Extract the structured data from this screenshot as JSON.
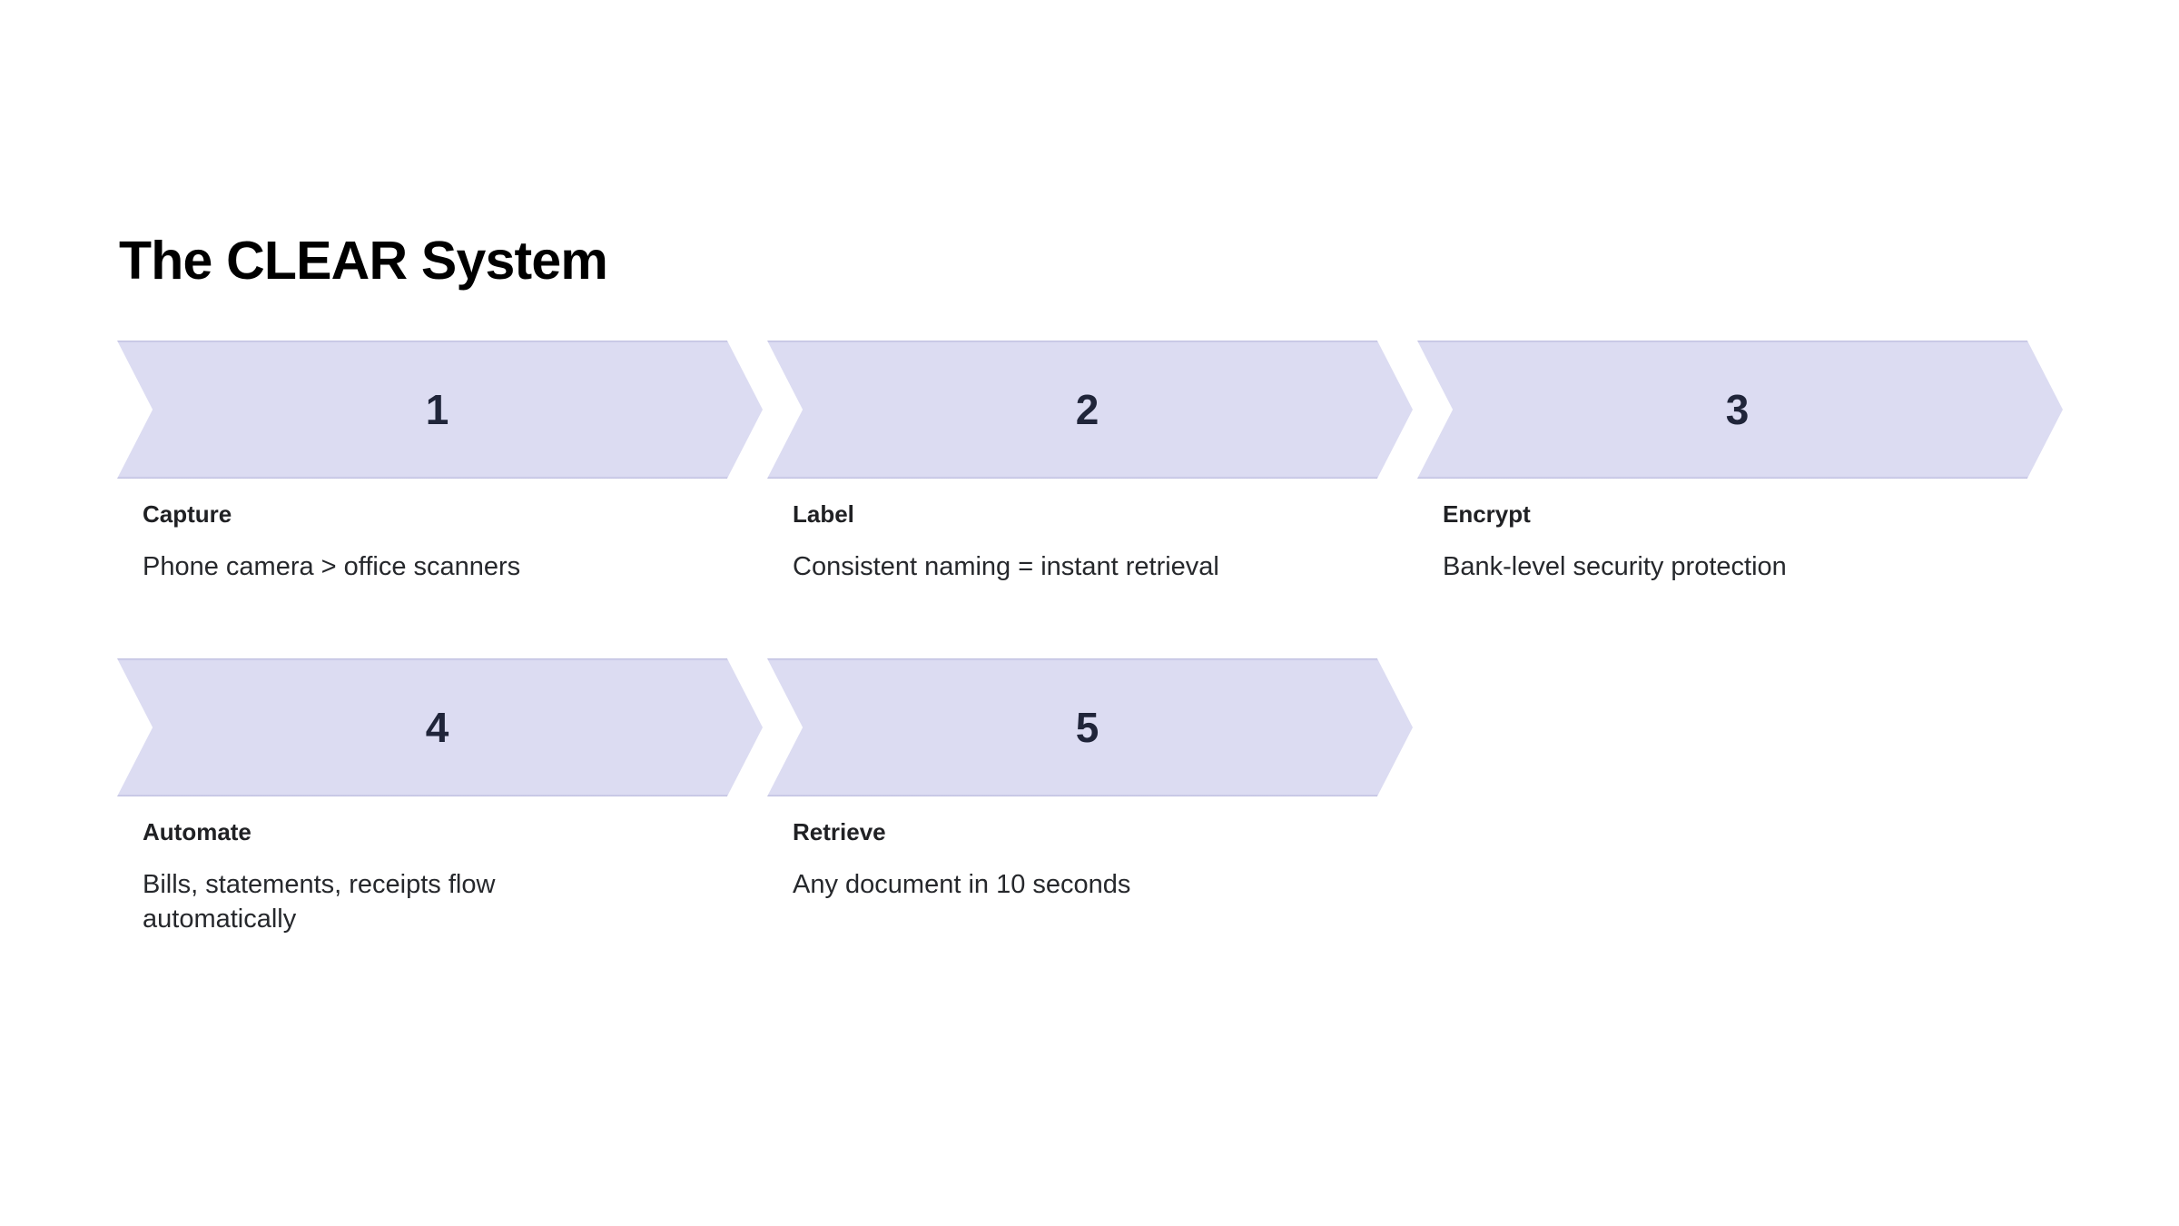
{
  "slide": {
    "title": "The CLEAR System",
    "background_color": "#ffffff",
    "chevron_fill": "#dcdcf2",
    "chevron_border": "#c4c4e4",
    "number_color": "#20253a",
    "title_color": "#000000",
    "text_color": "#26282c"
  },
  "steps": [
    {
      "number": "1",
      "title": "Capture",
      "description": "Phone camera > office scanners"
    },
    {
      "number": "2",
      "title": "Label",
      "description": "Consistent naming = instant retrieval"
    },
    {
      "number": "3",
      "title": "Encrypt",
      "description": "Bank-level security protection"
    },
    {
      "number": "4",
      "title": "Automate",
      "description": "Bills, statements, receipts flow automatically"
    },
    {
      "number": "5",
      "title": "Retrieve",
      "description": "Any document in 10 seconds"
    }
  ]
}
